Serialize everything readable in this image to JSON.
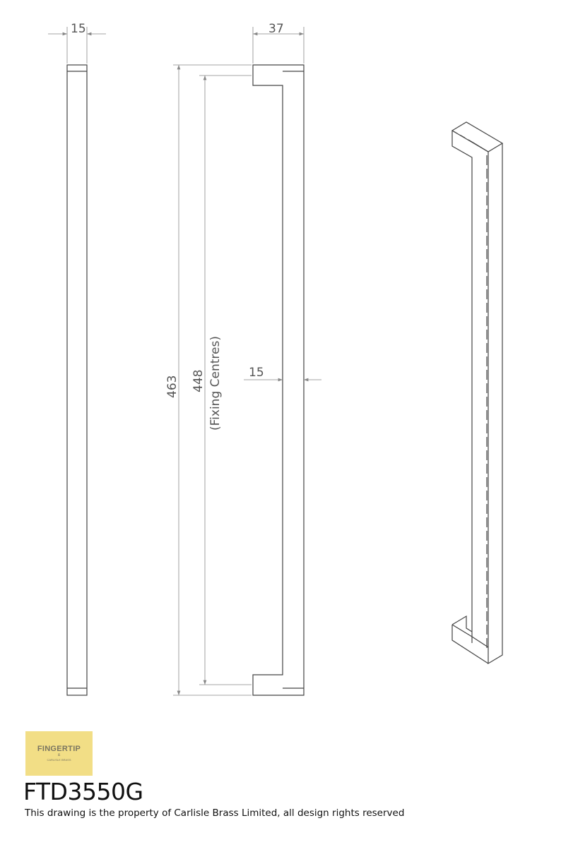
{
  "drawing": {
    "dimensions": {
      "side_width": "15",
      "projection": "37",
      "overall_length": "463",
      "fixing_centres": "448",
      "fixing_centres_label": "(Fixing Centres)",
      "bar_width": "15"
    }
  },
  "logo": {
    "brand": "FINGERTIP",
    "amp": "&",
    "sub": "CARLISLE BRASS",
    "color": "#f2de86"
  },
  "product_code": "FTD3550G",
  "copyright_note": "This drawing is the property of Carlisle Brass Limited, all design rights reserved"
}
